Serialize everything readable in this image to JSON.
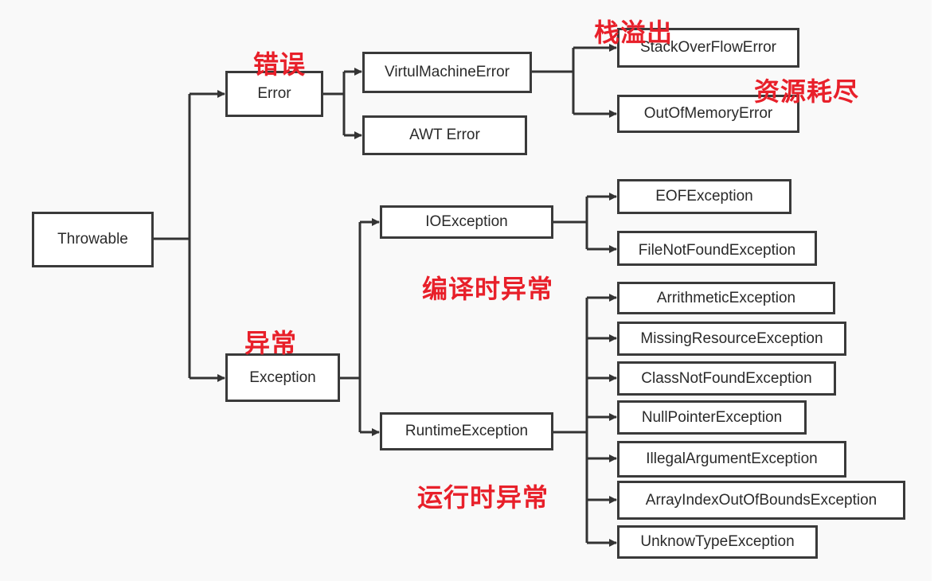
{
  "diagram": {
    "root": "Throwable",
    "error_branch": {
      "node": "Error",
      "annotation": "错误",
      "children": {
        "virtual_machine_error": "VirtulMachineError",
        "awt_error": "AWT Error"
      },
      "vm_children": {
        "stack_overflow": "StackOverFlowError",
        "out_of_memory": "OutOfMemoryError"
      },
      "stack_overflow_annotation": "栈溢出",
      "out_of_memory_annotation": "资源耗尽"
    },
    "exception_branch": {
      "node": "Exception",
      "annotation": "异常",
      "io_exception": "IOException",
      "io_children": {
        "eof": "EOFException",
        "file_not_found": "FileNotFoundException"
      },
      "checked_annotation": "编译时异常",
      "runtime_exception": "RuntimeException",
      "runtime_annotation": "运行时异常",
      "runtime_children": [
        "ArrithmeticException",
        "MissingResourceException",
        "ClassNotFoundException",
        "NullPointerException",
        "IllegalArgumentException",
        "ArrayIndexOutOfBoundsException",
        "UnknowTypeException"
      ]
    }
  },
  "colors": {
    "line": "#333333",
    "box_border": "#3a3a3a",
    "annotation": "#e8202a",
    "background": "#f9f9f9"
  }
}
